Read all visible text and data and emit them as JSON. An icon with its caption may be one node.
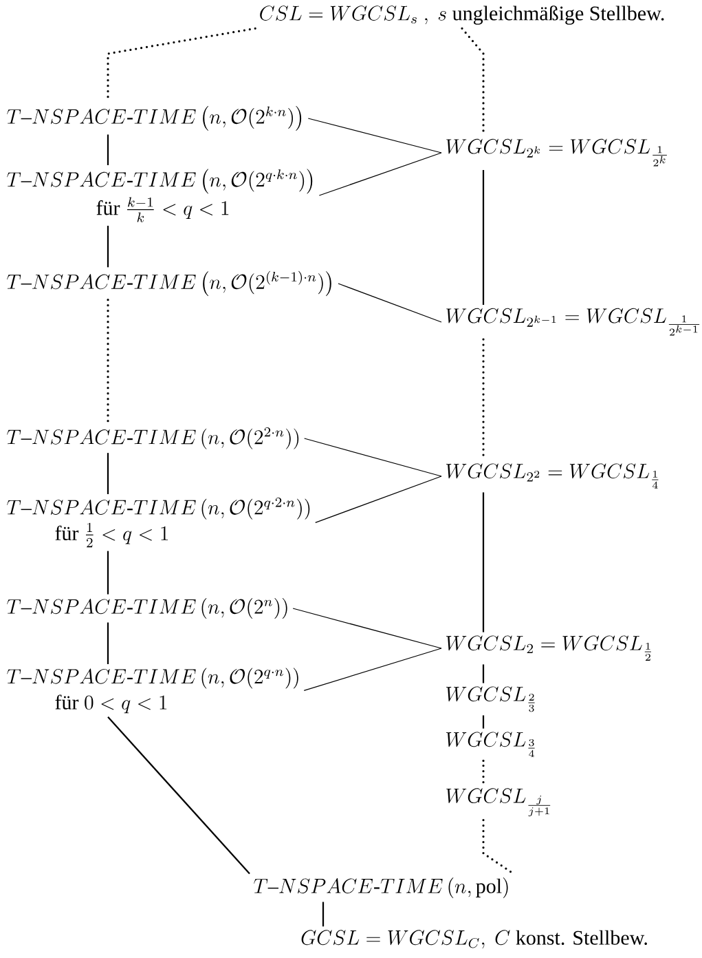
{
  "diagram": {
    "nodes": [
      {
        "text": [
          "CSL = WGCSL_s\\ ,\\ s\\ \\text{ungleichmäßige Stellbew.}"
        ]
      },
      {
        "text": [
          "T\\text{--}NSPACE\\text{-}TIME\\left(n,\\mathcal{O}(2^{k\\cdot n})\\right)"
        ]
      },
      {
        "text": [
          "T\\text{--}NSPACE\\text{-}TIME\\left(n,\\mathcal{O}(2^{q\\cdot k\\cdot n})\\right)",
          "\\text{für }\\frac{k-1}{k}<q<1"
        ]
      },
      {
        "text": [
          "T\\text{--}NSPACE\\text{-}TIME\\left(n,\\mathcal{O}(2^{(k-1)\\cdot n})\\right)"
        ]
      },
      {
        "text": [
          "T\\text{--}NSPACE\\text{-}TIME\\,(n,\\mathcal{O}(2^{2\\cdot n}))"
        ]
      },
      {
        "text": [
          "T\\text{--}NSPACE\\text{-}TIME\\,(n,\\mathcal{O}(2^{q\\cdot 2\\cdot n}))",
          "\\text{für }\\frac{1}{2}<q<1"
        ]
      },
      {
        "text": [
          "T\\text{--}NSPACE\\text{-}TIME\\,(n,\\mathcal{O}(2^{n}))"
        ]
      },
      {
        "text": [
          "T\\text{--}NSPACE\\text{-}TIME\\,(n,\\mathcal{O}(2^{q\\cdot n}))",
          "\\text{für }0<q<1"
        ]
      },
      {
        "text": [
          "WGCSL_{2^k} = WGCSL_{\\frac{1}{2^k}}"
        ]
      },
      {
        "text": [
          "WGCSL_{2^{k-1}} = WGCSL_{\\frac{1}{2^{k-1}}}"
        ]
      },
      {
        "text": [
          "WGCSL_{2^2} = WGCSL_{\\frac{1}{4}}"
        ]
      },
      {
        "text": [
          "WGCSL_{2} = WGCSL_{\\frac{1}{2}}"
        ]
      },
      {
        "text": [
          "WGCSL_{\\frac{2}{3}}"
        ]
      },
      {
        "text": [
          "WGCSL_{\\frac{3}{4}}"
        ]
      },
      {
        "text": [
          "WGCSL_{\\frac{j}{j+1}}"
        ]
      },
      {
        "text": [
          "T\\text{--}NSPACE\\text{-}TIME\\,(n,\\mathrm{pol})"
        ]
      },
      {
        "text": [
          "GCSL = WGCSL_C,\\ C\\ \\text{konst. Stellbew.}"
        ]
      }
    ],
    "edges": [
      {
        "from": 0,
        "to": 1,
        "arrow": "none",
        "style": "dashed"
      },
      {
        "from": 0,
        "to": 8,
        "arrow": "none",
        "style": "dashed"
      },
      {
        "from": 1,
        "to": 2,
        "arrow": "none"
      },
      {
        "from": 2,
        "to": 3,
        "arrow": "none"
      },
      {
        "from": 3,
        "to": 4,
        "arrow": "none",
        "style": "dashed"
      },
      {
        "from": 4,
        "to": 5,
        "arrow": "none"
      },
      {
        "from": 5,
        "to": 6,
        "arrow": "none"
      },
      {
        "from": 6,
        "to": 7,
        "arrow": "none"
      },
      {
        "from": 7,
        "to": 15,
        "arrow": "none"
      },
      {
        "from": 8,
        "to": 9,
        "arrow": "none"
      },
      {
        "from": 9,
        "to": 10,
        "arrow": "none",
        "style": "dashed"
      },
      {
        "from": 10,
        "to": 11,
        "arrow": "none"
      },
      {
        "from": 11,
        "to": 12,
        "arrow": "none"
      },
      {
        "from": 12,
        "to": 13,
        "arrow": "none"
      },
      {
        "from": 13,
        "to": 14,
        "arrow": "none",
        "style": "dashed"
      },
      {
        "from": 14,
        "to": 15,
        "arrow": "none",
        "style": "dashed"
      },
      {
        "from": 15,
        "to": 16,
        "arrow": "none"
      },
      {
        "from": 1,
        "to": 8,
        "arrow": "none"
      },
      {
        "from": 2,
        "to": 8,
        "arrow": "none"
      },
      {
        "from": 3,
        "to": 9,
        "arrow": "none"
      },
      {
        "from": 4,
        "to": 10,
        "arrow": "none"
      },
      {
        "from": 5,
        "to": 10,
        "arrow": "none"
      },
      {
        "from": 6,
        "to": 11,
        "arrow": "none"
      },
      {
        "from": 7,
        "to": 11,
        "arrow": "none"
      }
    ]
  }
}
